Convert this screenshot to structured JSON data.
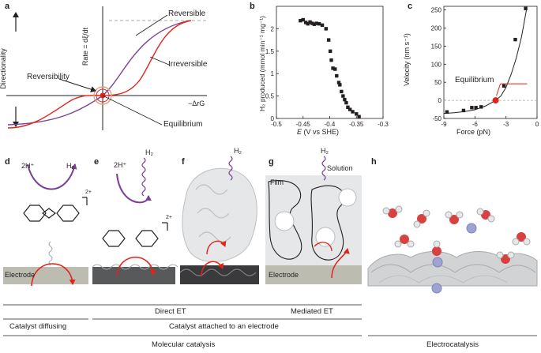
{
  "panels": {
    "a": {
      "letter": "a",
      "y_label": "Directionality",
      "rate_label": "Rate = dξ/dt",
      "x_label": "−ΔrG",
      "reversible": "Reversible",
      "irreversible": "Irreversible",
      "reversibility": "Reversibility",
      "equilibrium": "Equilibrium",
      "colors": {
        "reversible": "#7b3f98",
        "irreversible": "#e2231a",
        "equilibrium": "#e2231a"
      }
    },
    "b": {
      "letter": "b",
      "xlabel_pre": "E",
      "xlabel_post": " (V vs SHE)",
      "ylabel": "H₂ produced (mmol min⁻¹ mg⁻¹)"
    },
    "c": {
      "letter": "c",
      "xlabel": "Force (pN)",
      "ylabel": "Velocity (nm s⁻¹)",
      "equilibrium": "Equilibrium"
    },
    "d": {
      "letter": "d",
      "h2": "H₂",
      "protons": "2H⁺",
      "charge": "2+",
      "electrode": "Electrode"
    },
    "e": {
      "letter": "e",
      "h2": "H₂",
      "protons": "2H⁺",
      "charge": "2+"
    },
    "f": {
      "letter": "f",
      "h2": "H₂"
    },
    "g": {
      "letter": "g",
      "h2": "H₂",
      "film": "Film",
      "solution": "Solution",
      "electrode": "Electrode"
    },
    "h": {
      "letter": "h"
    }
  },
  "captions": {
    "catalyst_diffusing": "Catalyst diffusing",
    "direct_et": "Direct ET",
    "mediated_et": "Mediated ET",
    "catalyst_attached": "Catalyst attached to an electrode",
    "molecular_catalysis": "Molecular catalysis",
    "electrocatalysis": "Electrocatalysis"
  },
  "chart_data": [
    {
      "type": "scatter",
      "xlabel": "E (V vs SHE)",
      "ylabel": "H₂ produced (mmol min⁻¹ mg⁻¹)",
      "xlim": [
        -0.5,
        -0.3
      ],
      "ylim": [
        0,
        2.5
      ],
      "xticks": [
        "-0.5",
        "-0.45",
        "-0.4",
        "-0.35",
        "-0.3"
      ],
      "yticks": [
        "0",
        "0.5",
        "1",
        "1.5",
        "2"
      ],
      "x": [
        -0.455,
        -0.45,
        -0.445,
        -0.441,
        -0.437,
        -0.433,
        -0.429,
        -0.425,
        -0.42,
        -0.414,
        -0.407,
        -0.402,
        -0.399,
        -0.397,
        -0.394,
        -0.39,
        -0.387,
        -0.383,
        -0.381,
        -0.378,
        -0.375,
        -0.372,
        -0.369,
        -0.366,
        -0.362,
        -0.357,
        -0.35,
        -0.345
      ],
      "y": [
        2.18,
        2.2,
        2.14,
        2.11,
        2.15,
        2.12,
        2.1,
        2.12,
        2.11,
        2.08,
        2.0,
        1.75,
        1.5,
        1.3,
        1.12,
        1.1,
        0.95,
        0.8,
        0.75,
        0.6,
        0.5,
        0.42,
        0.35,
        0.25,
        0.2,
        0.15,
        0.1,
        0.04
      ]
    },
    {
      "type": "scatter",
      "xlabel": "Force (pN)",
      "ylabel": "Velocity (nm s⁻¹)",
      "xlim": [
        -9,
        0
      ],
      "ylim": [
        -50,
        260
      ],
      "xticks": [
        "-9",
        "-6",
        "-3",
        "0"
      ],
      "yticks": [
        "-50",
        "0",
        "50",
        "100",
        "150",
        "200",
        "250"
      ],
      "x": [
        -8.7,
        -7.1,
        -6.3,
        -5.9,
        -5.4,
        -3.2,
        -2.1,
        -1.1
      ],
      "y": [
        -32,
        -28,
        -20,
        -20,
        -18,
        40,
        168,
        254
      ],
      "fit_x": [
        -9,
        -8,
        -7,
        -6,
        -5,
        -4.5,
        -4,
        -3.5,
        -3,
        -2.5,
        -2,
        -1.5,
        -1
      ],
      "fit_y": [
        -36,
        -34,
        -31,
        -26,
        -16,
        -8,
        0,
        12,
        36,
        72,
        118,
        175,
        254
      ],
      "equilibrium_point": [
        -4,
        0
      ],
      "colors": {
        "points": "#231f20",
        "equilibrium": "#e2231a"
      }
    }
  ]
}
